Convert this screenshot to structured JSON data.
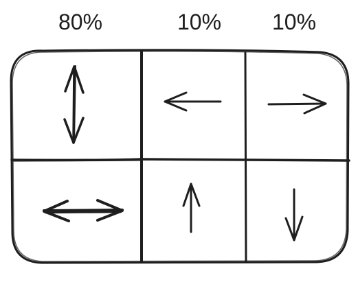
{
  "column_labels": [
    "80%",
    "10%",
    "10%"
  ],
  "colors": {
    "stroke": "#1e1e1e",
    "background": "#ffffff"
  },
  "cells": [
    {
      "row": 1,
      "col": 1,
      "icon": "up-down-arrow-icon"
    },
    {
      "row": 1,
      "col": 2,
      "icon": "left-arrow-icon"
    },
    {
      "row": 1,
      "col": 3,
      "icon": "right-arrow-icon"
    },
    {
      "row": 2,
      "col": 1,
      "icon": "left-right-arrow-icon"
    },
    {
      "row": 2,
      "col": 2,
      "icon": "up-arrow-icon"
    },
    {
      "row": 2,
      "col": 3,
      "icon": "down-arrow-icon"
    }
  ]
}
